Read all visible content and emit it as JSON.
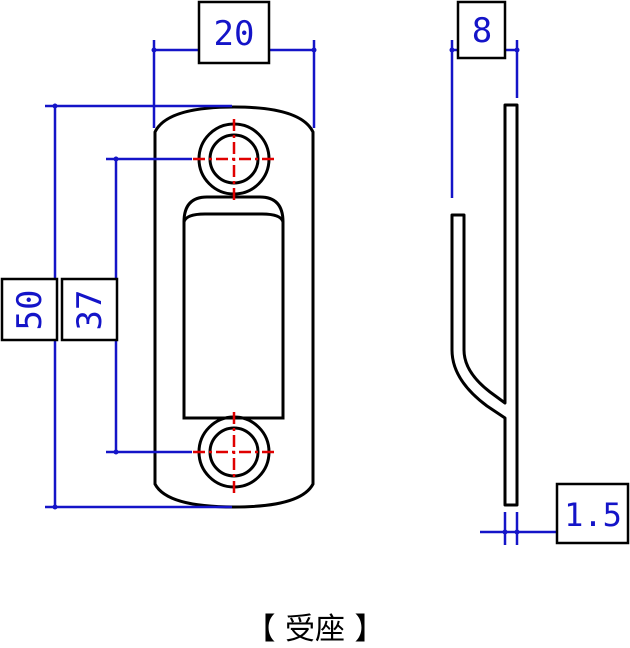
{
  "colors": {
    "outline": "#000000",
    "dimension": "#1414c8",
    "centerline": "#e00000"
  },
  "dimensions": {
    "width": "20",
    "height_total": "50",
    "hole_pitch": "37",
    "side_depth": "8",
    "thickness": "1.5"
  },
  "caption": "【 受座 】"
}
